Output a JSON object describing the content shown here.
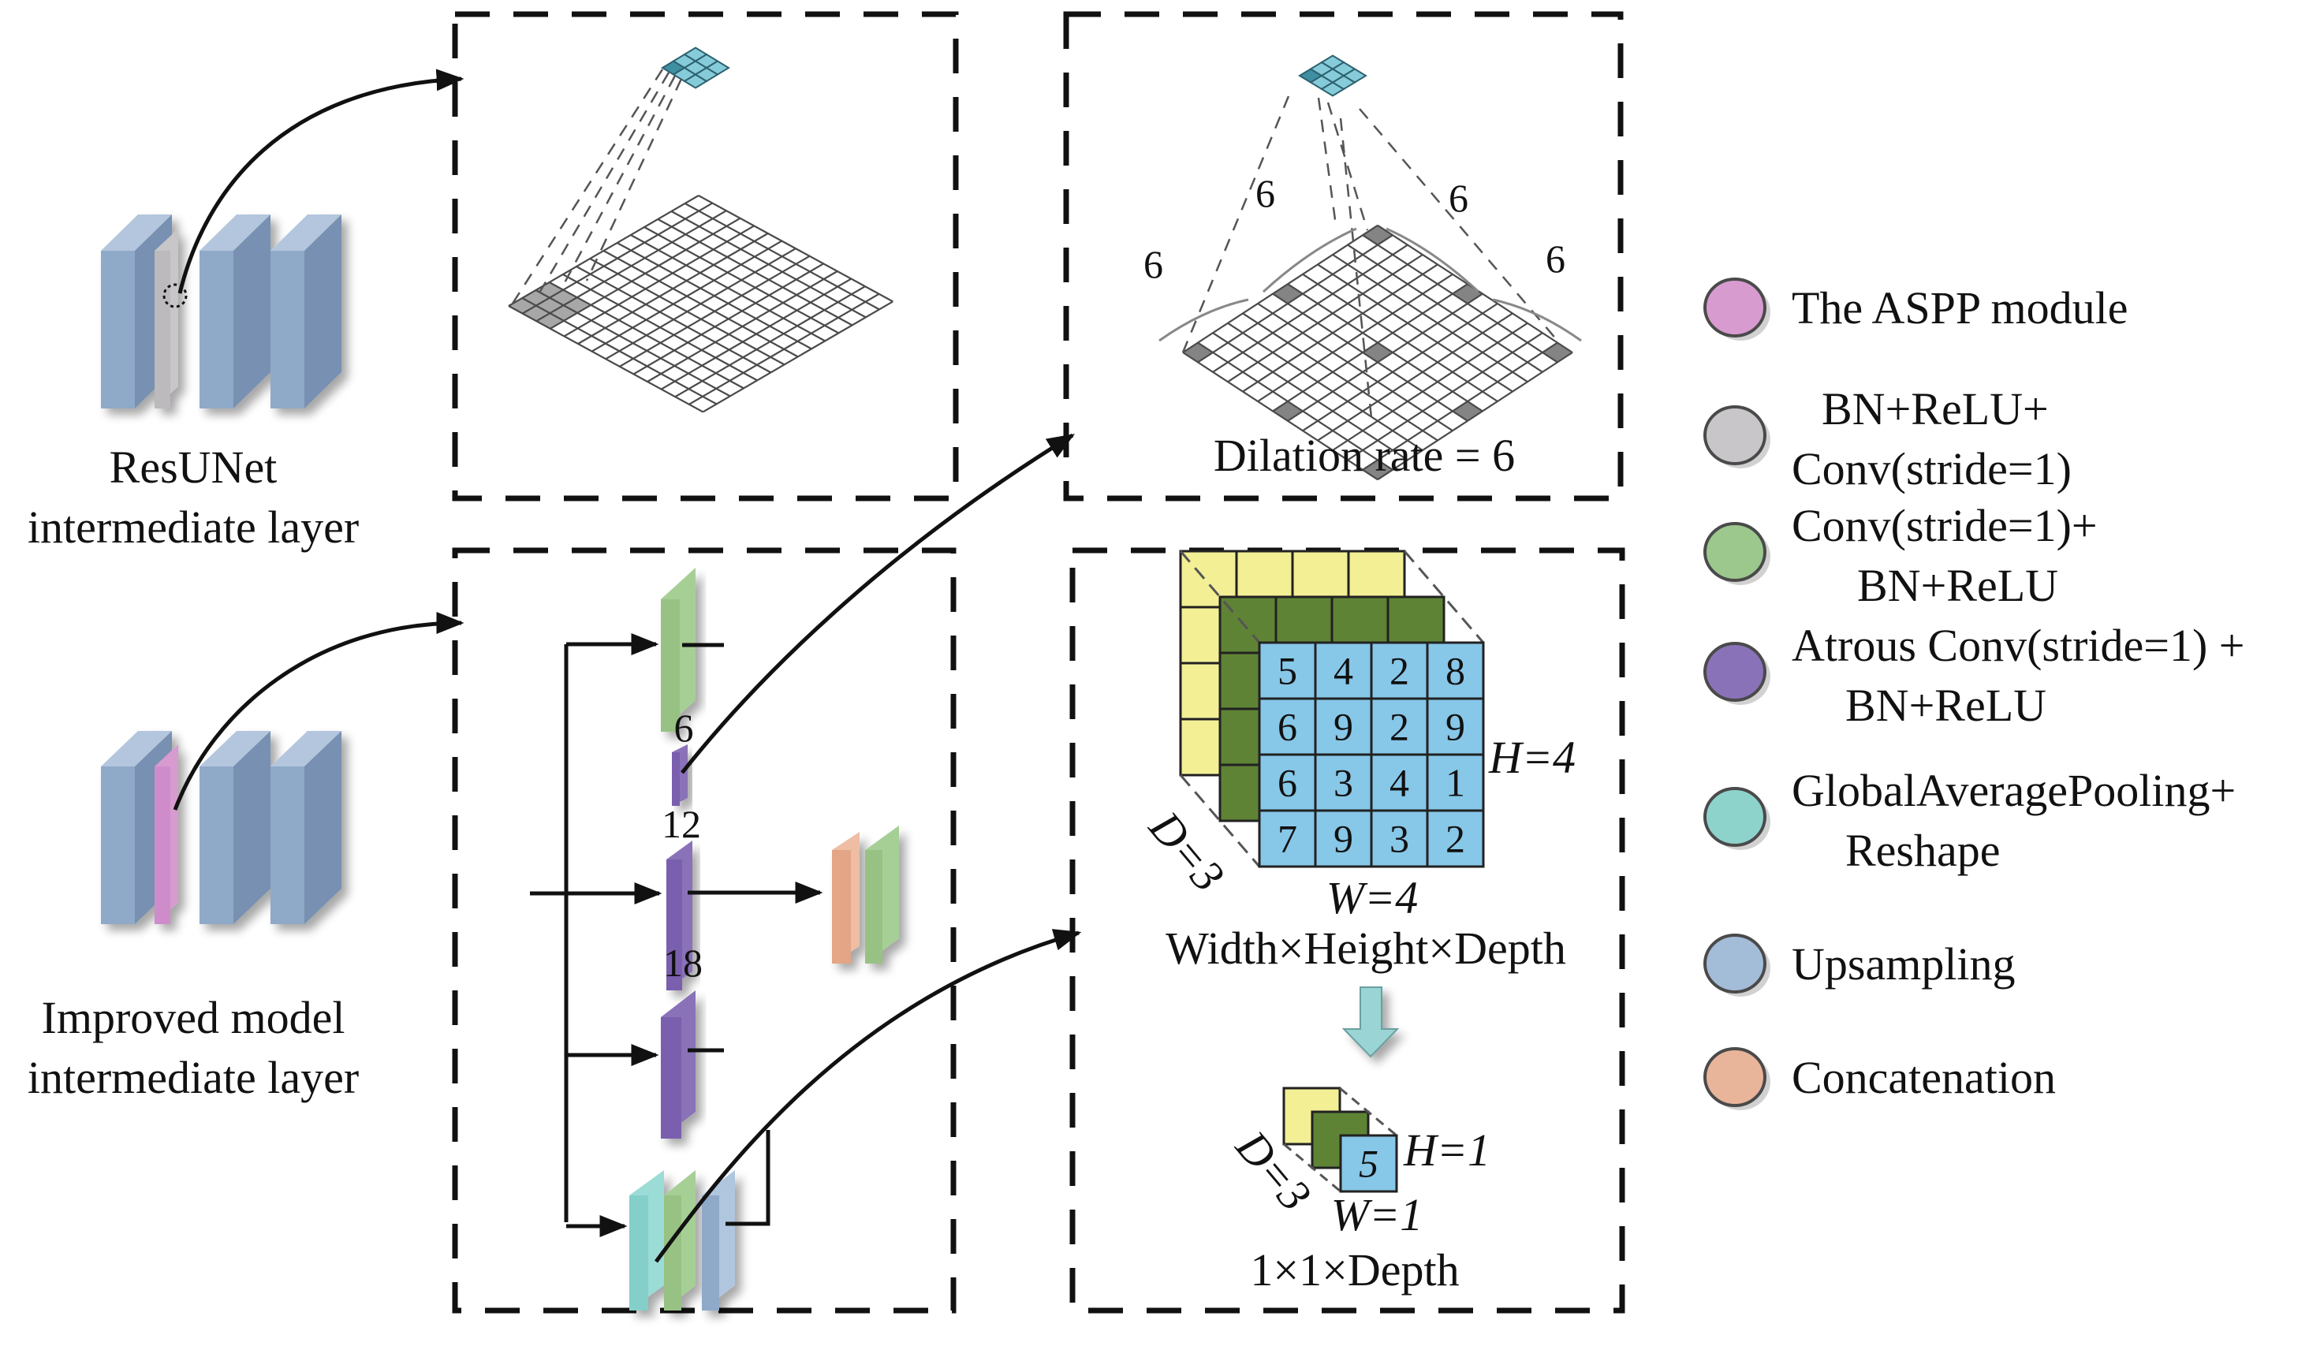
{
  "left_labels": {
    "resunet": [
      "ResUNet",
      "intermediate layer"
    ],
    "improved": [
      "Improved model",
      "intermediate layer"
    ]
  },
  "standard_conv_panel": {
    "kernel_size": 3,
    "input_grid_size": 14
  },
  "dilated_conv_panel": {
    "caption": "Dilation rate = 6",
    "spacing_labels": [
      "6",
      "6",
      "6",
      "6"
    ],
    "dilation_rate": 6
  },
  "aspp_panel": {
    "rate_labels": [
      "6",
      "12",
      "18"
    ]
  },
  "gap_panel": {
    "input_tensor": {
      "values": [
        [
          5,
          4,
          2,
          8
        ],
        [
          6,
          9,
          2,
          9
        ],
        [
          6,
          3,
          4,
          1
        ],
        [
          7,
          9,
          3,
          2
        ]
      ],
      "h_label": "H=4",
      "w_label": "W=4",
      "d_label": "D=3",
      "caption": "Width×Height×Depth"
    },
    "output_tensor": {
      "value": "5",
      "h_label": "H=1",
      "w_label": "W=1",
      "d_label": "D=3",
      "caption": "1×1×Depth"
    }
  },
  "legend": [
    {
      "lines": [
        "The ASPP module"
      ],
      "color": "#d89bd0"
    },
    {
      "lines": [
        "BN+ReLU+",
        "Conv(stride=1)"
      ],
      "color": "#c8c6c8"
    },
    {
      "lines": [
        "Conv(stride=1)+",
        "BN+ReLU"
      ],
      "color": "#9cc88e"
    },
    {
      "lines": [
        "Atrous Conv(stride=1) +",
        "BN+ReLU"
      ],
      "color": "#8a72b8"
    },
    {
      "lines": [
        "GlobalAveragePooling+",
        "Reshape"
      ],
      "color": "#8ed2cc"
    },
    {
      "lines": [
        "Upsampling"
      ],
      "color": "#a3bcd8"
    },
    {
      "lines": [
        "Concatenation"
      ],
      "color": "#e8b49a"
    }
  ],
  "colors": {
    "block_blue": "#8fa9c9",
    "aspp_pink": "#d08fcb",
    "bn_gray": "#c4c2c4",
    "conv_green": "#97c283",
    "atrous_purple": "#7a5fae",
    "gap_teal": "#84cfca",
    "upsample_blue": "#8fa9c9",
    "concat_orange": "#e3a585",
    "cell_blue": "#87c7e8",
    "layer_yellow": "#f3ef95",
    "layer_green": "#5e8335",
    "kernel_teal": "#86cbd9"
  }
}
